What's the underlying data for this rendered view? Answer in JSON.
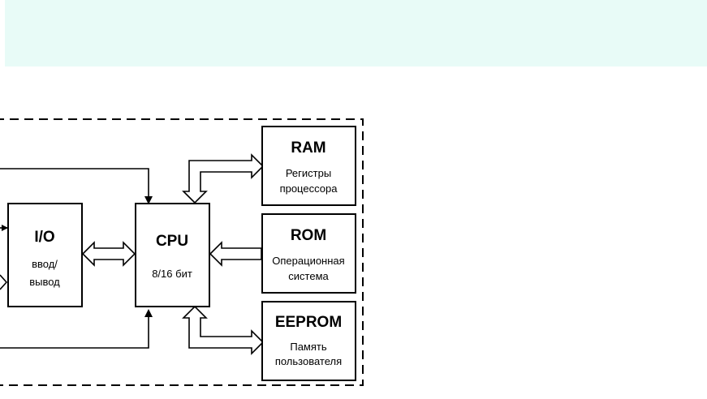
{
  "blocks": {
    "io": {
      "title": "I/O",
      "line1": "ввод/",
      "line2": "вывод"
    },
    "cpu": {
      "title": "CPU",
      "line1": "8/16 бит"
    },
    "ram": {
      "title": "RAM",
      "line1": "Регистры",
      "line2": "процессора"
    },
    "rom": {
      "title": "ROM",
      "line1": "Операционная",
      "line2": "система"
    },
    "eeprom": {
      "title": "EEPROM",
      "line1": "Память",
      "line2": "пользователя"
    }
  },
  "colors": {
    "banner": "#e8fbf7",
    "stroke": "#000000",
    "background": "#ffffff"
  }
}
